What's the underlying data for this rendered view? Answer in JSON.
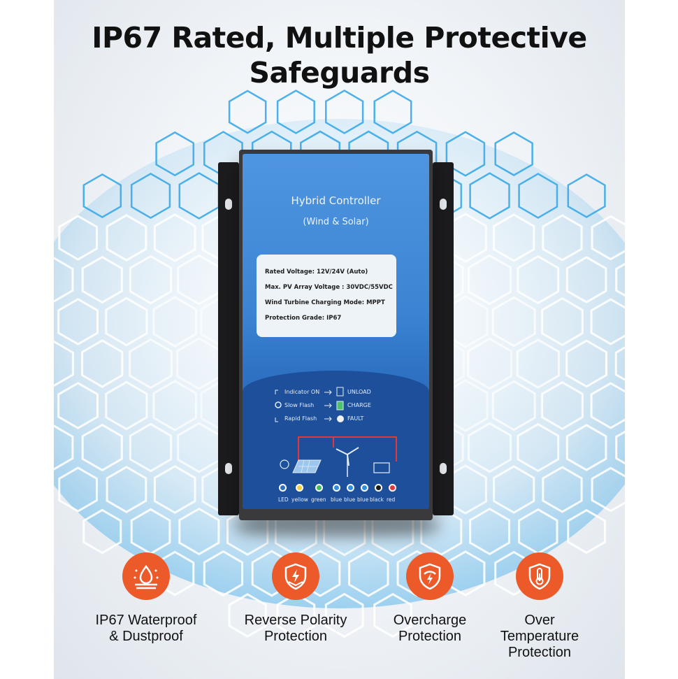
{
  "title": {
    "line1": "IP67 Rated, Multiple Protective",
    "line2": "Safeguards"
  },
  "device": {
    "name": "Hybrid Controller",
    "subtitle": "(Wind & Solar)",
    "specs": [
      "Rated Voltage: 12V/24V (Auto)",
      "Max. PV Array Voltage :  30VDC/55VDC",
      "Wind Turbine Charging Mode:  MPPT",
      "Protection Grade: IP67"
    ],
    "indicators": [
      {
        "mode": "Indicator ON",
        "state": "UNLOAD"
      },
      {
        "mode": "Slow Flash",
        "state": "CHARGE"
      },
      {
        "mode": "Rapid Flash",
        "state": "FAULT"
      }
    ],
    "terminals": [
      "LED",
      "yellow",
      "green",
      "blue",
      "blue",
      "blue",
      "black",
      "red"
    ]
  },
  "features": [
    {
      "icon": "water-drop-icon",
      "line1": "IP67 Waterproof",
      "line2": "& Dustproof",
      "line3": ""
    },
    {
      "icon": "reverse-polarity-shield-icon",
      "line1": "Reverse Polarity",
      "line2": "Protection",
      "line3": ""
    },
    {
      "icon": "overcharge-shield-icon",
      "line1": "Overcharge",
      "line2": "Protection",
      "line3": ""
    },
    {
      "icon": "thermometer-shield-icon",
      "line1": "Over",
      "line2": "Temperature",
      "line3": "Protection"
    }
  ],
  "colors": {
    "accent": "#ec5a2a",
    "panel_blue": "#3c84d3",
    "hex_glow": "#3aa8e8"
  }
}
